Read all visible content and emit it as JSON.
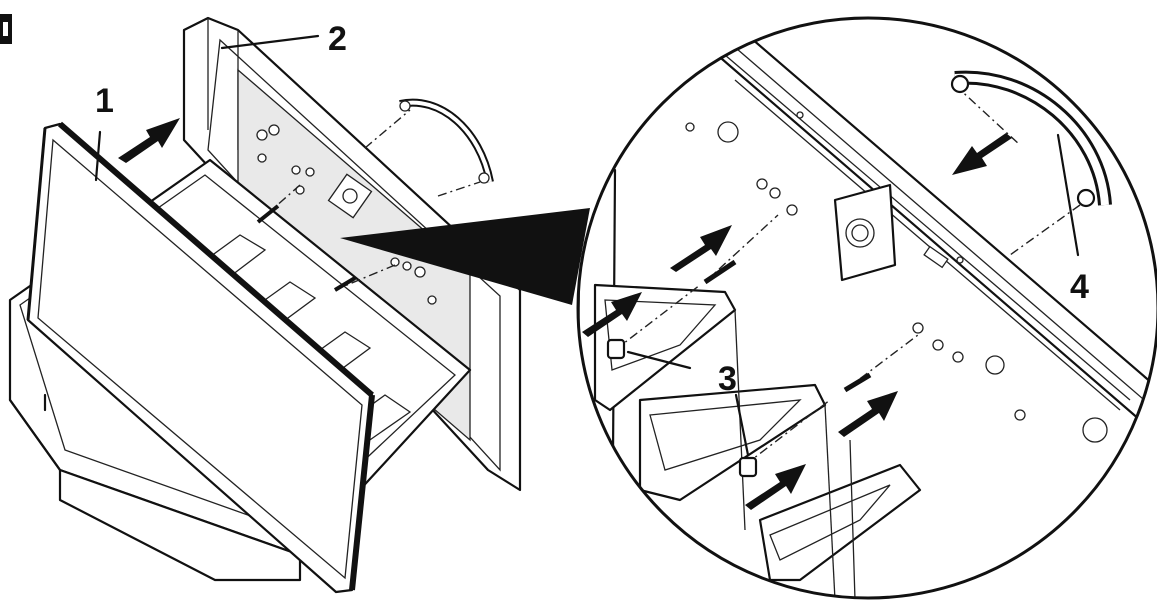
{
  "figure": {
    "step_marker": "",
    "callouts": [
      {
        "id": "1",
        "label": "1"
      },
      {
        "id": "2",
        "label": "2"
      },
      {
        "id": "3",
        "label": "3"
      },
      {
        "id": "4",
        "label": "4"
      }
    ]
  },
  "colors": {
    "ink": "#111111",
    "paper": "#ffffff",
    "fill": "#e9e9e9"
  },
  "icons": [
    "arrow-icon",
    "zoom-pointer",
    "handle-icon",
    "screw-icon"
  ]
}
